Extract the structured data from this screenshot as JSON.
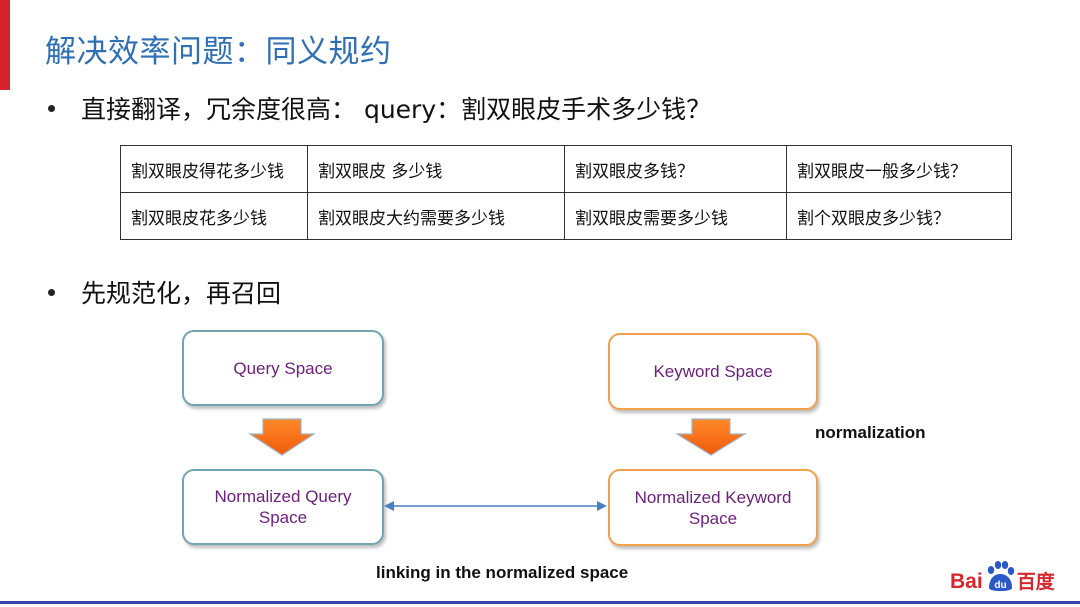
{
  "title": "解决效率问题：同义规约",
  "bullets": [
    "直接翻译，冗余度很高： query：割双眼皮手术多少钱？",
    "先规范化，再召回"
  ],
  "synonym_table": [
    [
      "割双眼皮得花多少钱",
      "割双眼皮 多少钱",
      "割双眼皮多钱？",
      "割双眼皮一般多少钱？"
    ],
    [
      "割双眼皮花多少钱",
      "割双眼皮大约需要多少钱",
      "割双眼皮需要多少钱",
      "割个双眼皮多少钱？"
    ]
  ],
  "diagram": {
    "query_space": "Query  Space",
    "keyword_space": "Keyword Space",
    "normalized_query_space": [
      "Normalized Query",
      "Space"
    ],
    "normalized_keyword_space": [
      "Normalized Keyword",
      "Space"
    ],
    "normalization_label": "normalization",
    "linking_label": "linking in the normalized space",
    "colors": {
      "teal_border": "#6fa6b0",
      "orange_border": "#f0a24a",
      "arrow": "#fb6a14",
      "link": "#4a7fc4",
      "text": "#6b1f7a"
    }
  },
  "logo": {
    "brand_left": "Bai",
    "brand_right": "百度",
    "icon": "paw-icon"
  },
  "colors": {
    "title": "#2e6fb5",
    "accent": "#d6232b",
    "footer": "#3b3fa8"
  }
}
